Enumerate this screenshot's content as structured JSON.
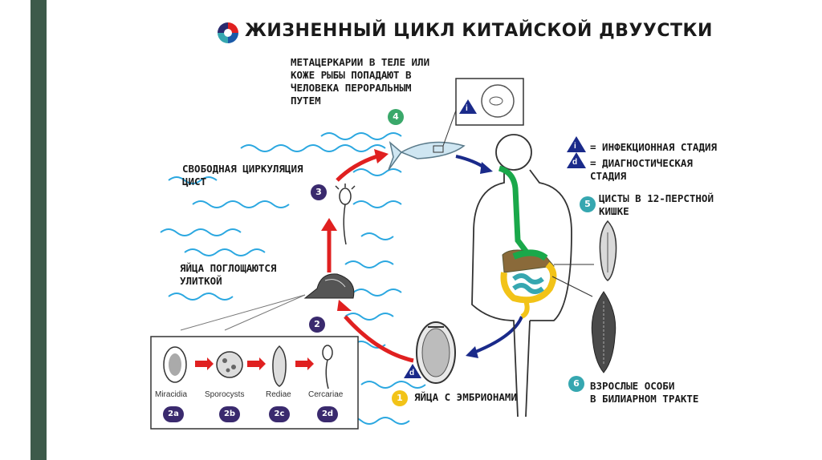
{
  "title": "ЖИЗНЕННЫЙ ЦИКЛ КИТАЙСКОЙ ДВУУСТКИ",
  "labels": {
    "step4": "МЕТАЦЕРКАРИИ В ТЕЛЕ ИЛИ\nКОЖЕ РЫБЫ ПОПАДАЮТ В\nЧЕЛОВЕКА ПЕРОРАЛЬНЫМ\nПУТЕМ",
    "step3": "СВОБОДНАЯ ЦИРКУЛЯЦИЯ\nЦИСТ",
    "step2": "ЯЙЦА ПОГЛОЩАЮТСЯ\nУЛИТКОЙ",
    "step1": "ЯЙЦА С ЭМБРИОНАМИ",
    "step5": "ЦИСТЫ В 12-ПЕРСТНОЙ\nКИШКЕ",
    "step6": "ВЗРОСЛЫЕ ОСОБИ\nВ БИЛИАРНОМ ТРАКТЕ",
    "legend_infective": "= ИНФЕКЦИОННАЯ СТАДИЯ",
    "legend_diagnostic": "= ДИАГНОСТИЧЕСКАЯ\nСТАДИЯ"
  },
  "badges": {
    "b1": "1",
    "b2": "2",
    "b3": "3",
    "b4": "4",
    "b5": "5",
    "b6": "6",
    "b2a": "2a",
    "b2b": "2b",
    "b2c": "2c",
    "b2d": "2d"
  },
  "legend_symbols": {
    "infective": "i",
    "diagnostic": "d"
  },
  "larval_stages": [
    "Miracidia",
    "Sporocysts",
    "Rediae",
    "Cercariae"
  ],
  "colors": {
    "accent_red": "#e02020",
    "arrow_blue": "#1a2a8a",
    "water_blue": "#2aa7e0",
    "gut_green": "#1aa84a",
    "intestine_yellow": "#f2c318",
    "intestine_blue": "#36a7b0",
    "liver_brown": "#8a6a3a",
    "side_bar": "#3d5a4a"
  },
  "icons": [
    "logo-icon",
    "fish-icon",
    "snail-icon",
    "human-body-icon",
    "egg-icon",
    "cercaria-icon",
    "adult-fluke-icon",
    "cyst-icon"
  ]
}
